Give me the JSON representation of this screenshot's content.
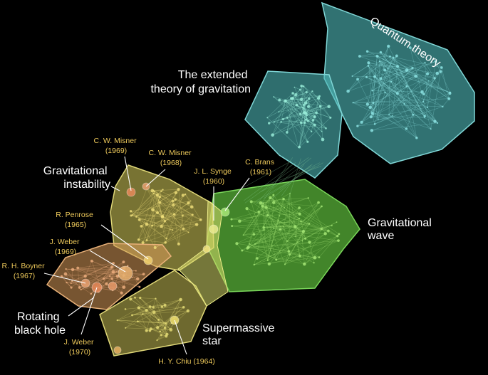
{
  "clusters": {
    "quantum_theory": "Quantum theory",
    "extended_gravitation": [
      "The extended",
      "theory of gravitation"
    ],
    "gravitational_instability": [
      "Gravitational",
      "instability"
    ],
    "gravitational_wave": [
      "Gravitational",
      "wave"
    ],
    "rotating_black_hole": [
      "Rotating",
      "black hole"
    ],
    "supermassive_star": [
      "Supermassive",
      "star"
    ]
  },
  "papers": {
    "misner_1969": [
      "C. W. Misner",
      "(1969)"
    ],
    "misner_1968": [
      "C. W. Misner",
      "(1968)"
    ],
    "synge_1960": [
      "J. L. Synge",
      "(1960)"
    ],
    "brans_1961": [
      "C. Brans",
      "(1961)"
    ],
    "penrose_1965": [
      "R. Penrose",
      "(1965)"
    ],
    "weber_1969": [
      "J. Weber",
      "(1969)"
    ],
    "boyner_1967": [
      "R. H. Boyner",
      "(1967)"
    ],
    "weber_1970": [
      "J. Weber",
      "(1970)"
    ],
    "chiu_1964": "H. Y. Chiu (1964)"
  },
  "colors": {
    "background": "#000000",
    "teal": "#4fb8b8",
    "green": "#5cb83a",
    "yellow": "#c8c055",
    "orange": "#d89a5a",
    "label_white": "#ffffff",
    "label_yellow": "#ecc85a"
  }
}
